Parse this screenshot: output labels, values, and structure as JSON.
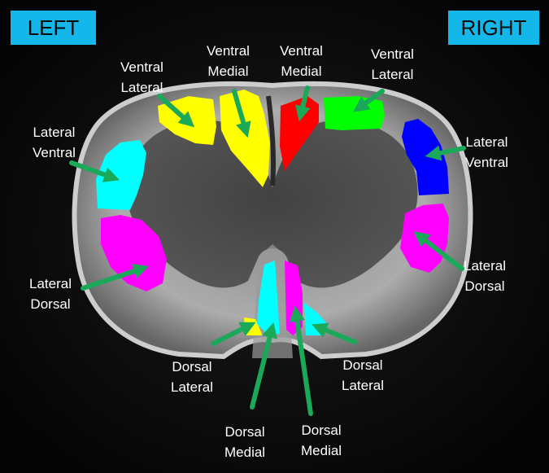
{
  "tags": {
    "left": "LEFT",
    "right": "RIGHT"
  },
  "colors": {
    "tag_background": "#13b7ea",
    "arrow": "#1aa859",
    "yellow": "#ffff00",
    "red": "#ff0000",
    "green": "#00ff00",
    "blue": "#0000ff",
    "cyan": "#00ffff",
    "magenta": "#ff00ff",
    "label_text": "#ffffff"
  },
  "labels": {
    "left_ventral_lateral": {
      "line1": "Ventral",
      "line2": "Lateral"
    },
    "left_ventral_medial": {
      "line1": "Ventral",
      "line2": "Medial"
    },
    "right_ventral_medial": {
      "line1": "Ventral",
      "line2": "Medial"
    },
    "right_ventral_lateral": {
      "line1": "Ventral",
      "line2": "Lateral"
    },
    "left_lateral_ventral": {
      "line1": "Lateral",
      "line2": "Ventral"
    },
    "right_lateral_ventral": {
      "line1": "Lateral",
      "line2": "Ventral"
    },
    "left_lateral_dorsal": {
      "line1": "Lateral",
      "line2": "Dorsal"
    },
    "right_lateral_dorsal": {
      "line1": "Lateral",
      "line2": "Dorsal"
    },
    "left_dorsal_lateral": {
      "line1": "Dorsal",
      "line2": "Lateral"
    },
    "right_dorsal_lateral": {
      "line1": "Dorsal",
      "line2": "Lateral"
    },
    "left_dorsal_medial": {
      "line1": "Dorsal",
      "line2": "Medial"
    },
    "right_dorsal_medial": {
      "line1": "Dorsal",
      "line2": "Medial"
    }
  }
}
